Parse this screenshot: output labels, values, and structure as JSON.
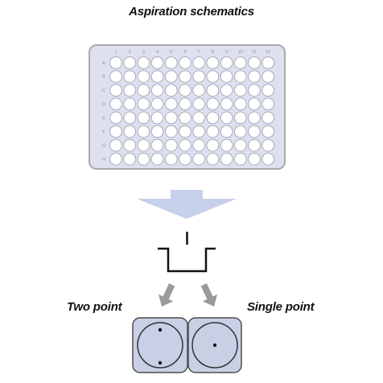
{
  "title": "Aspiration schematics",
  "plate": {
    "column_labels": [
      "1",
      "2",
      "3",
      "4",
      "5",
      "6",
      "7",
      "8",
      "9",
      "10",
      "11",
      "12"
    ],
    "row_labels": [
      "A",
      "B",
      "C",
      "D",
      "E",
      "F",
      "G",
      "H"
    ]
  },
  "labels": {
    "two_point": "Two point",
    "single_point": "Single point"
  },
  "colors": {
    "plate_fill": "#dde1ef",
    "plate_border": "#a9a9ad",
    "well_fill": "#ffffff",
    "well_stroke": "#a8abb9",
    "big_arrow": "#c7d0ea",
    "small_arrow": "#9a9a9a",
    "tile_fill": "#c9d0e6",
    "tile_border": "#4d4d4d"
  }
}
